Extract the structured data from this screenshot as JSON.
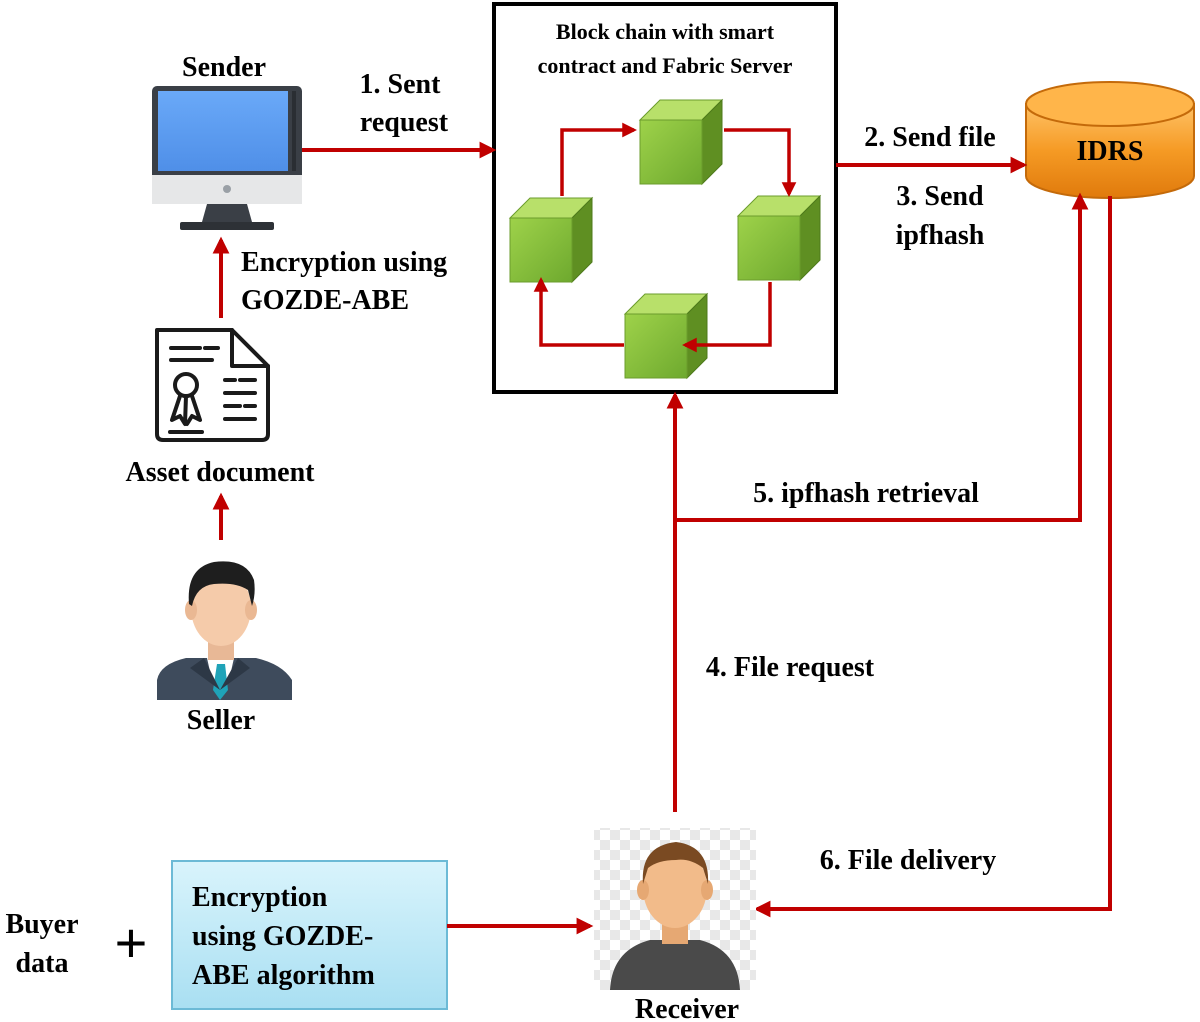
{
  "labels": {
    "sender": "Sender",
    "step1_line1": "1. Sent",
    "step1_line2": "request",
    "blockchain_line1": "Block chain with smart",
    "blockchain_line2": "contract and Fabric Server",
    "step2": "2. Send file",
    "step3_line1": "3. Send",
    "step3_line2": "ipfhash",
    "idrs": "IDRS",
    "encryption_line1": "Encryption using",
    "encryption_line2": "GOZDE-ABE",
    "asset_document": "Asset document",
    "step5": "5. ipfhash retrieval",
    "seller": "Seller",
    "step4": "4. File request",
    "step6": "6. File delivery",
    "buyer_line1": "Buyer",
    "buyer_line2": "data",
    "plus": "+",
    "buyer_enc_line1": "Encryption",
    "buyer_enc_line2": "using GOZDE-",
    "buyer_enc_line3": "ABE algorithm",
    "receiver": "Receiver"
  },
  "colors": {
    "arrow": "#c00000",
    "cube_front": "#8cc63e",
    "idrs_fill": "#f59a24",
    "monitor_screen": "#5f9ef5",
    "buyer_box_fill": "#c5ecf8"
  },
  "icons": {
    "sender": "desktop-monitor-icon",
    "asset": "certificate-document-icon",
    "seller": "businessman-avatar-icon",
    "receiver": "user-avatar-icon",
    "idrs": "database-cylinder-icon",
    "blocks": "green-cube-icon"
  }
}
